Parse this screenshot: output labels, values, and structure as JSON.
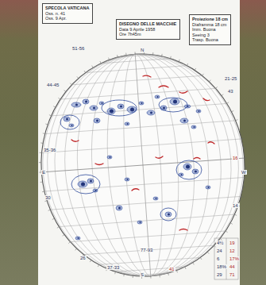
{
  "diagram": {
    "nodes": [
      {
        "text": [
          "SPECOLA VATICANA",
          "Oss. n. 41",
          "Oss. 9 Apr."
        ]
      },
      {
        "text": [
          "DISEGNO DELLE MACCHIE",
          "Data 9 Aprile 1958",
          "Ore 7h45m"
        ]
      },
      {
        "text": [
          "Proiezione 18 cm",
          "Diaframma 18 cm",
          "Imm. Buona",
          "Seeing 3",
          "Trasp. Buona"
        ]
      }
    ],
    "labels": [
      "51-56",
      "44-45",
      "43",
      "35-36",
      "16",
      "30",
      "14",
      "21-25",
      "37-33",
      "77-93",
      "41",
      "26",
      "N",
      "S",
      "E",
      "W",
      "4½",
      "19",
      "24",
      "12",
      "6",
      "17%",
      "18%",
      "44",
      "29",
      "71"
    ]
  }
}
